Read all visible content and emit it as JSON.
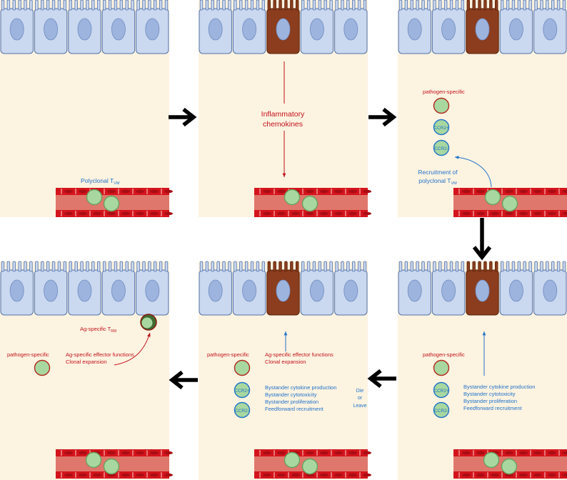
{
  "colors": {
    "tissue": "#fdf3e1",
    "epithelium_fill": "#cad8f0",
    "epithelium_stroke": "#5272a8",
    "nucleus": "#9db4de",
    "activated_cell_fill": "#8b3d1e",
    "activated_cell_stroke": "#5a2208",
    "vessel_wall": "#d4141c",
    "vessel_lumen": "#e0776c",
    "tcell_fill": "#a8d8a0",
    "red_text": "#c1121a",
    "blue_text": "#2173c9"
  },
  "icons": {
    "progression_arrow": "thick-black-arrow",
    "t_cell": "green-circle-cell",
    "epithelial_cell": "columnar-epithelial-cell",
    "blood_vessel": "red-vessel-with-rbc-wall"
  },
  "panels": [
    {
      "id": "1",
      "activated_cell": false,
      "labels": {
        "polyclonal": "Polyclonal T",
        "polyclonal_sub": "VM"
      }
    },
    {
      "id": "2",
      "activated_cell": true,
      "labels": {
        "chemokines_line1": "Inflammatory",
        "chemokines_line2": "chemokines"
      }
    },
    {
      "id": "3",
      "activated_cell": true,
      "labels": {
        "pathogen_specific": "pathogen-specific",
        "ccr2_pos": "CCR2+",
        "ccr2_neg": "CCR2-",
        "recruitment_line1": "Recruitment of",
        "recruitment_line2": "polyclonal T",
        "recruitment_sub": "VM"
      }
    },
    {
      "id": "4",
      "activated_cell": true,
      "labels": {
        "pathogen_specific": "pathogen-specific",
        "ccr2_pos": "CCR2+",
        "ccr2_neg": "CCR2-",
        "bystander": [
          "Bystander cytokine production",
          "Bystander cytotoxicity",
          "Bystander proliferation",
          "Feedforward recruitment"
        ]
      }
    },
    {
      "id": "5",
      "activated_cell": true,
      "labels": {
        "pathogen_specific": "pathogen-specific",
        "ccr2_pos": "CCR2+",
        "ccr2_neg": "CCR2-",
        "ag_effector_line1": "Ag-specific effector functions",
        "ag_effector_line2": "Clonal expansion",
        "bystander": [
          "Bystander cytokine production",
          "Bystander cytotoxicity",
          "Bystander proliferation",
          "Feedforward recruitment"
        ],
        "die_line1": "Die",
        "die_line2": "or",
        "die_line3": "Leave"
      }
    },
    {
      "id": "6",
      "activated_cell": false,
      "labels": {
        "pathogen_specific": "pathogen-specific",
        "ag_specific_trm": "Ag-specific T",
        "ag_specific_trm_sub": "RM",
        "ag_effector_line1": "Ag-specific effector functions",
        "ag_effector_line2": "Clonal expansion"
      }
    }
  ]
}
